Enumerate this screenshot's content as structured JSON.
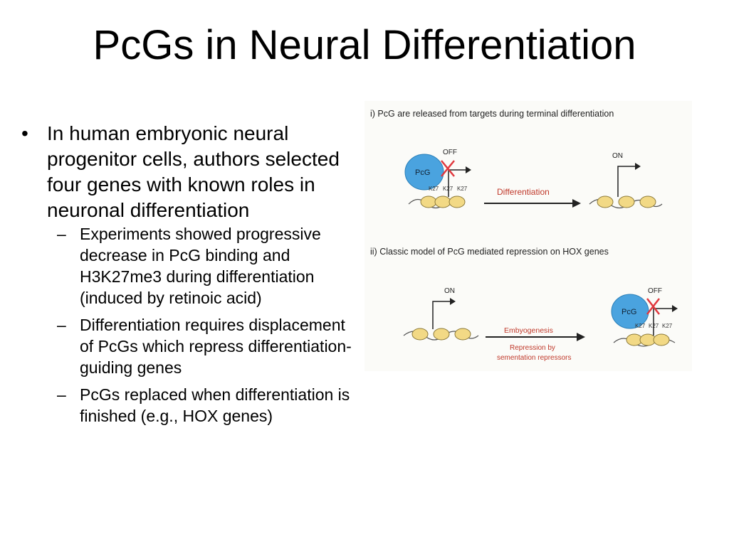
{
  "slide": {
    "title": "PcGs in Neural Differentiation",
    "bullet": "In human embryonic neural progenitor cells, authors selected four genes with known roles in neuronal differentiation",
    "sub_bullets": [
      "Experiments showed progressive decrease in PcG binding and H3K27me3 during differentiation (induced by retinoic acid)",
      "Differentiation requires displacement of PcGs which repress differentiation-guiding genes",
      "PcGs replaced when differentiation is finished (e.g., HOX genes)"
    ]
  },
  "figure": {
    "panel1_title": "i) PcG are released from targets during terminal differentiation",
    "panel2_title": "ii) Classic model of PcG mediated repression on HOX genes",
    "pcg_label": "PcG",
    "off_label": "OFF",
    "on_label": "ON",
    "k27_label": "K27",
    "arrow1_label": "Differentiation",
    "arrow2_label": "Embyogenesis",
    "arrow2_sub1": "Repression by",
    "arrow2_sub2": "sementation repressors",
    "colors": {
      "pcg_blue": "#4aa3df",
      "nucleosome_yellow": "#f2d985",
      "red_cross": "#e0383e",
      "label_red": "#c0392b"
    }
  }
}
